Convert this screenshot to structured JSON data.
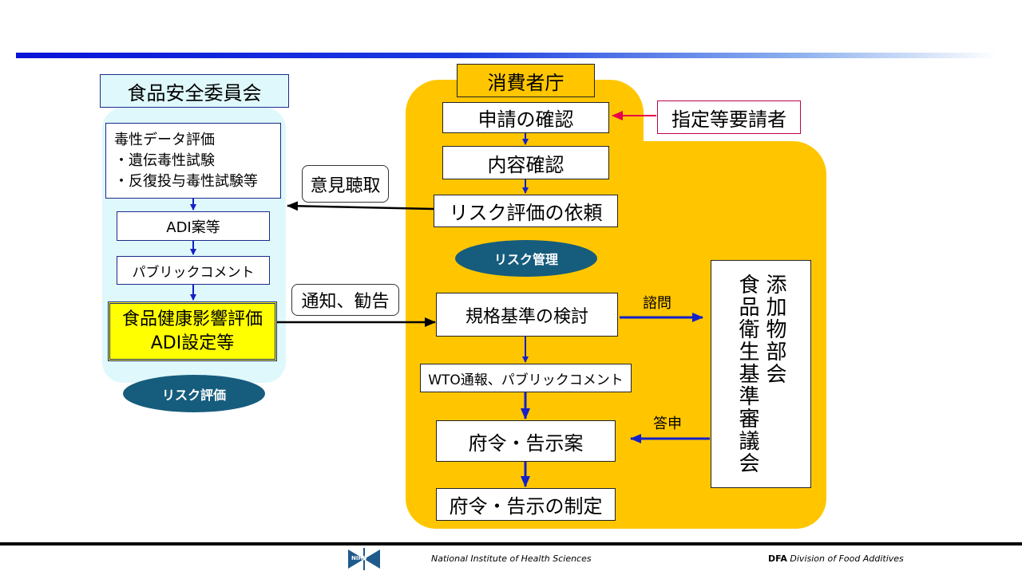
{
  "left": {
    "committee": "食品安全委員会",
    "toxicity_lines": [
      "毒性データ評価",
      "・遺伝毒性試験",
      "・反復投与毒性試験等"
    ],
    "adi_draft": "ADI案等",
    "public_comment": "パブリックコメント",
    "assessment_lines": [
      "食品健康影響評価",
      "ADI設定等"
    ],
    "risk_assessment": "リスク評価"
  },
  "right": {
    "agency": "消費者庁",
    "applicant": "指定等要請者",
    "application_check": "申請の確認",
    "content_check": "内容確認",
    "risk_request": "リスク評価の依頼",
    "risk_management": "リスク管理",
    "standards_review": "規格基準の検討",
    "wto": "WTO通報、パブリックコメント",
    "draft_ordinance": "府令・告示案",
    "enactment": "府令・告示の制定",
    "council_lines": [
      "食品衛生基準審議会",
      "添加物部会"
    ],
    "consult": "諮問",
    "report": "答申"
  },
  "flow_labels": {
    "opinion": "意見聴取",
    "notice": "通知、勧告"
  },
  "footer": {
    "logo_text": "NIHS",
    "institute": "National Institute  of Health Sciences",
    "division_abbr": "DFA",
    "division": "Division of Food Additives"
  }
}
